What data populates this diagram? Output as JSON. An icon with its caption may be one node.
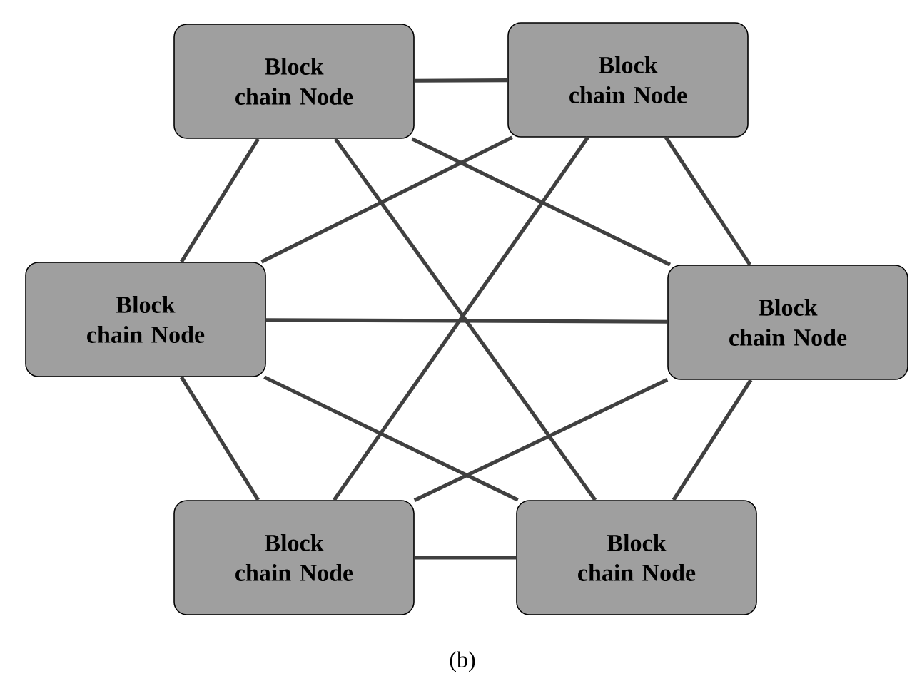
{
  "diagram": {
    "caption": "(b)",
    "nodes": [
      {
        "text": [
          "Block chain Node"
        ]
      },
      {
        "text": [
          "Block chain Node"
        ]
      },
      {
        "text": [
          "Block chain Node"
        ]
      },
      {
        "text": [
          "Block chain Node"
        ]
      },
      {
        "text": [
          "Block chain Node"
        ]
      },
      {
        "text": [
          "Block chain Node"
        ]
      }
    ],
    "edges": [
      {
        "from": 0,
        "to": 1,
        "arrow": "none"
      },
      {
        "from": 0,
        "to": 2,
        "arrow": "none"
      },
      {
        "from": 0,
        "to": 3,
        "arrow": "none"
      },
      {
        "from": 0,
        "to": 5,
        "arrow": "none"
      },
      {
        "from": 1,
        "to": 2,
        "arrow": "none"
      },
      {
        "from": 1,
        "to": 3,
        "arrow": "none"
      },
      {
        "from": 1,
        "to": 4,
        "arrow": "none"
      },
      {
        "from": 2,
        "to": 3,
        "arrow": "none"
      },
      {
        "from": 2,
        "to": 5,
        "arrow": "none"
      },
      {
        "from": 2,
        "to": 4,
        "arrow": "none"
      },
      {
        "from": 3,
        "to": 4,
        "arrow": "none"
      },
      {
        "from": 3,
        "to": 5,
        "arrow": "none"
      },
      {
        "from": 4,
        "to": 5,
        "arrow": "none"
      }
    ]
  }
}
